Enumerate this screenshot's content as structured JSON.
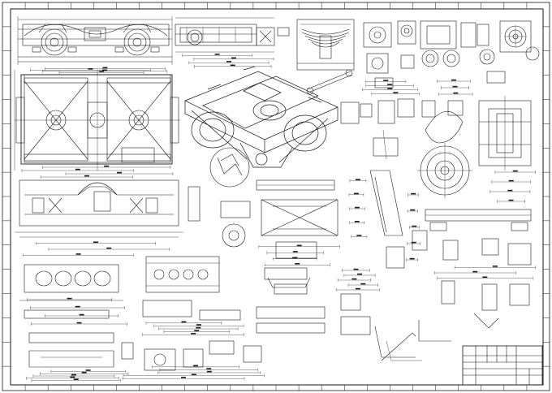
{
  "sheet": {
    "background": "#ffffff",
    "line_color": "#1a1a1a",
    "frame_ticks_top": 24,
    "frame_ticks_side": 16
  },
  "views": [
    {
      "name": "bogie-side-elevation-view"
    },
    {
      "name": "bogie-plan-view"
    },
    {
      "name": "bogie-isometric-view"
    },
    {
      "name": "leaf-spring-view"
    },
    {
      "name": "wheel-disc-view"
    },
    {
      "name": "axlebox-section-view"
    },
    {
      "name": "side-frame-elevation-view"
    },
    {
      "name": "bolster-view"
    },
    {
      "name": "cross-member-view"
    },
    {
      "name": "detail-callout-view"
    }
  ],
  "title_block": {
    "line1": "",
    "line2": "",
    "line3": ""
  }
}
